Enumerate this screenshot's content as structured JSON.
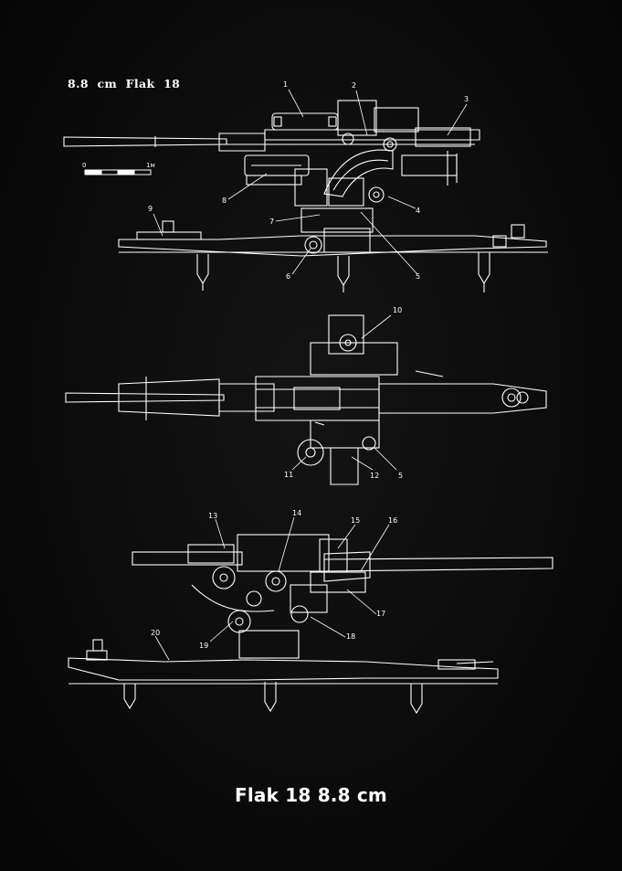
{
  "colors": {
    "background": "#0b0b0b",
    "lines": "#ffffff"
  },
  "header": {
    "label": "8.8  cm  Flak  18"
  },
  "scale_bar": {
    "start_label": "0",
    "end_label": "1м"
  },
  "callouts": [
    "1",
    "2",
    "3",
    "4",
    "5",
    "6",
    "7",
    "8",
    "9",
    "10",
    "11",
    "12",
    "5",
    "13",
    "14",
    "15",
    "16",
    "17",
    "18",
    "19",
    "20"
  ],
  "footer": {
    "title": "Flak 18 8.8 cm"
  }
}
